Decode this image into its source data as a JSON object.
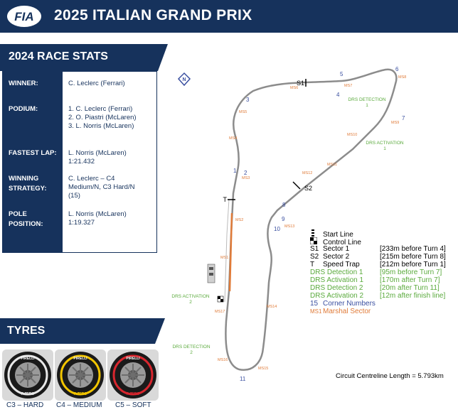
{
  "header": {
    "title": "2025 ITALIAN GRAND PRIX",
    "logo_text": "FIA"
  },
  "stats": {
    "title": "2024 RACE STATS",
    "rows": [
      {
        "label": [
          "WINNER:"
        ],
        "value": [
          "C. Leclerc (Ferrari)"
        ]
      },
      {
        "label": [
          "PODIUM:"
        ],
        "value": [
          "1. C. Leclerc (Ferrari)",
          "2. O. Piastri (McLaren)",
          "3. L. Norris (McLaren)"
        ]
      },
      {
        "label": [
          "FASTEST LAP:"
        ],
        "value": [
          "L. Norris (McLaren)",
          "1:21.432"
        ]
      },
      {
        "label": [
          "WINNING",
          "STRATEGY:"
        ],
        "value": [
          "C. Leclerc – C4",
          "Medium/N, C3 Hard/N",
          "(15)"
        ]
      },
      {
        "label": [
          "POLE",
          "POSITION:"
        ],
        "value": [
          "L. Norris (McLaren)",
          "1:19.327"
        ]
      }
    ]
  },
  "tyres": {
    "title": "TYRES",
    "items": [
      {
        "label": "C3 – HARD",
        "color": "#e8e8e8"
      },
      {
        "label": "C4 – MEDIUM",
        "color": "#f2c500"
      },
      {
        "label": "C5 – SOFT",
        "color": "#d8262e"
      }
    ],
    "brand": "PIRELLI",
    "sub_brand": "P ZERO"
  },
  "colors": {
    "navy": "#16325c",
    "drs_green": "#5aaa3c",
    "marshal_orange": "#e07b39",
    "corner_blue": "#3a4fa0",
    "track_grey": "#8c8c8c"
  },
  "map": {
    "north": "N",
    "corners": [
      "1",
      "2",
      "3",
      "4",
      "5",
      "6",
      "7",
      "8",
      "9",
      "10",
      "11"
    ],
    "sectors": {
      "s1": "S1",
      "s2": "S2",
      "t": "T"
    },
    "marshal_sectors": [
      "MS1",
      "MS2",
      "MS3",
      "MS4",
      "MS5",
      "MS6",
      "MS7",
      "MS8",
      "MS9",
      "MS10",
      "MS11",
      "MS12",
      "MS13",
      "MS14",
      "MS15",
      "MS16",
      "MS17"
    ],
    "drs": {
      "detection_1": [
        "DRS DETECTION",
        "1"
      ],
      "activation_1": [
        "DRS ACTIVATION",
        "1"
      ],
      "activation_2": [
        "DRS ACTIVATION",
        "2"
      ],
      "detection_2": [
        "DRS DETECTION",
        "2"
      ]
    }
  },
  "legend": {
    "rows": [
      {
        "sym": "",
        "text": "Start Line",
        "note": "",
        "color": "#000000"
      },
      {
        "sym": "",
        "text": "Control Line",
        "note": "",
        "color": "#000000"
      },
      {
        "sym": "S1",
        "text": "Sector 1",
        "note": "[233m before Turn 4]",
        "color": "#000000"
      },
      {
        "sym": "S2",
        "text": "Sector 2",
        "note": "[215m before Turn 8]",
        "color": "#000000"
      },
      {
        "sym": "T",
        "text": "Speed Trap",
        "note": "[212m before Turn 1]",
        "color": "#000000"
      },
      {
        "sym": "",
        "text": "DRS Detection 1",
        "note": "[95m before Turn 7]",
        "color": "#5aaa3c"
      },
      {
        "sym": "",
        "text": "DRS Activation 1",
        "note": "[170m after Turn 7]",
        "color": "#5aaa3c"
      },
      {
        "sym": "",
        "text": "DRS Detection 2",
        "note": "[20m after Turn 11]",
        "color": "#5aaa3c"
      },
      {
        "sym": "",
        "text": "DRS Activation 2",
        "note": "[12m after finish line]",
        "color": "#5aaa3c"
      },
      {
        "sym": "15",
        "text": "Corner Numbers",
        "note": "",
        "color": "#3a4fa0"
      },
      {
        "sym": "MS1",
        "text": "Marshal Sector",
        "note": "",
        "color": "#e07b39"
      }
    ]
  },
  "footer": {
    "centreline": "Circuit Centreline Length = 5.793km"
  }
}
